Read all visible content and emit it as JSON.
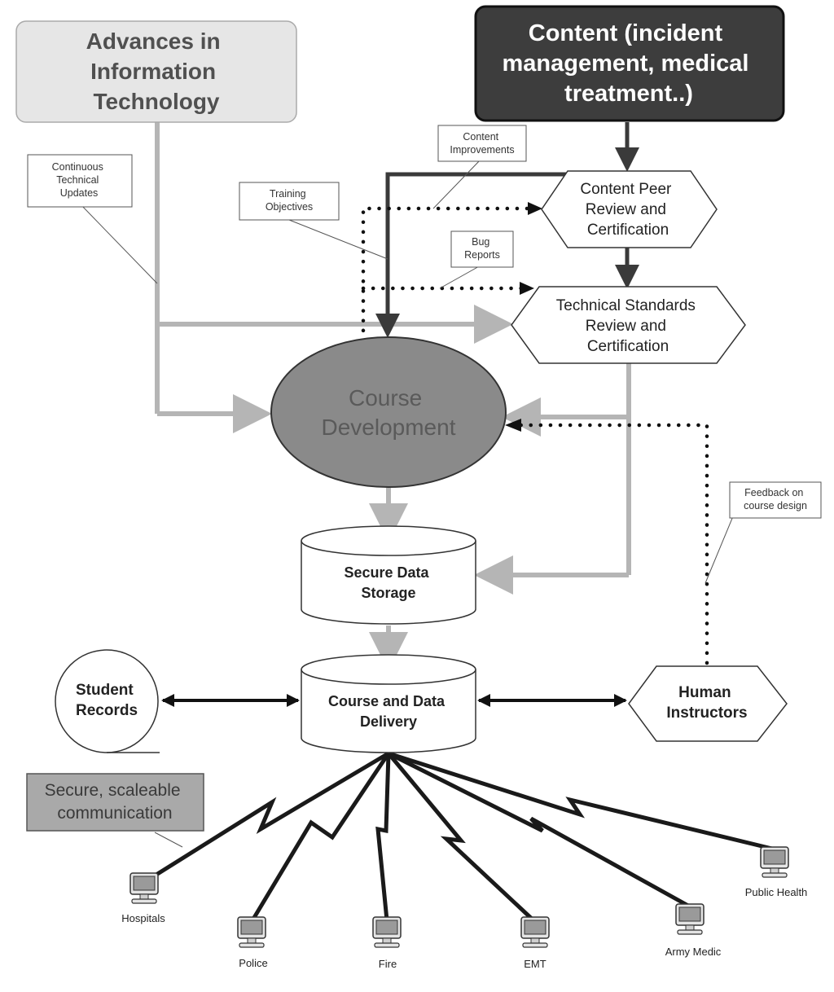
{
  "nodes": {
    "advances": {
      "lines": [
        "Advances in",
        "Information",
        "Technology"
      ]
    },
    "content": {
      "lines": [
        "Content (incident",
        "management, medical",
        "treatment..)"
      ]
    },
    "peer_review": {
      "lines": [
        "Content Peer",
        "Review and",
        "Certification"
      ]
    },
    "tech_standards": {
      "lines": [
        "Technical Standards",
        "Review and",
        "Certification"
      ]
    },
    "course_dev": {
      "lines": [
        "Course",
        "Development"
      ]
    },
    "secure_storage": {
      "lines": [
        "Secure Data",
        "Storage"
      ]
    },
    "delivery": {
      "lines": [
        "Course and Data",
        "Delivery"
      ]
    },
    "student_records": {
      "lines": [
        "Student",
        "Records"
      ]
    },
    "instructors": {
      "lines": [
        "Human",
        "Instructors"
      ]
    },
    "secure_comm": {
      "lines": [
        "Secure, scaleable",
        "communication"
      ]
    }
  },
  "notes": {
    "continuous": {
      "lines": [
        "Continuous",
        "Technical",
        "Updates"
      ]
    },
    "training": {
      "lines": [
        "Training",
        "Objectives"
      ]
    },
    "content_improvements": {
      "lines": [
        "Content",
        "Improvements"
      ]
    },
    "bug_reports": {
      "lines": [
        "Bug",
        "Reports"
      ]
    },
    "feedback": {
      "lines": [
        "Feedback on",
        "course design"
      ]
    }
  },
  "endpoints": {
    "hospitals": "Hospitals",
    "police": "Police",
    "fire": "Fire",
    "emt": "EMT",
    "army_medic": "Army Medic",
    "public_health": "Public Health"
  },
  "colors": {
    "grey_flow": "#b5b5b5",
    "dark_flow": "#3a3a3a",
    "dotted_flow": "#111111",
    "advances_fill": "#e6e6e6",
    "content_fill": "#3d3d3d",
    "course_dev_fill": "#8a8a8a",
    "secure_comm_fill": "#a9a9a9"
  },
  "icons": {
    "terminal": "computer-terminal-icon"
  }
}
